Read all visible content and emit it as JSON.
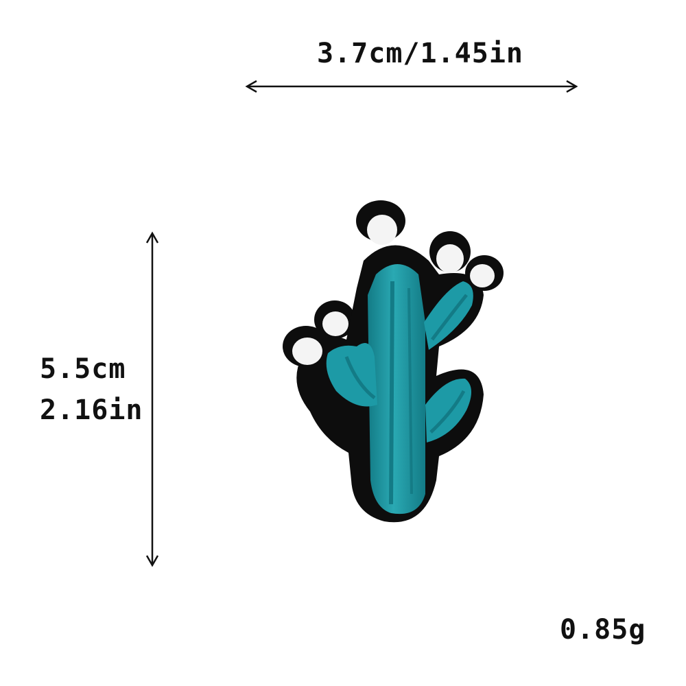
{
  "dimensions": {
    "width_text": "3.7cm/1.45in",
    "height_cm_text": "5.5cm",
    "height_in_text": "2.16in",
    "weight_text": "0.85g"
  },
  "product": {
    "icon": "cactus-patch-icon",
    "colors": {
      "body": "#1d9aa6",
      "body_shadow": "#137b86",
      "body_highlight": "#38b6bf",
      "outline": "#0d0d0d",
      "flowers": "#f4f4f4"
    }
  }
}
